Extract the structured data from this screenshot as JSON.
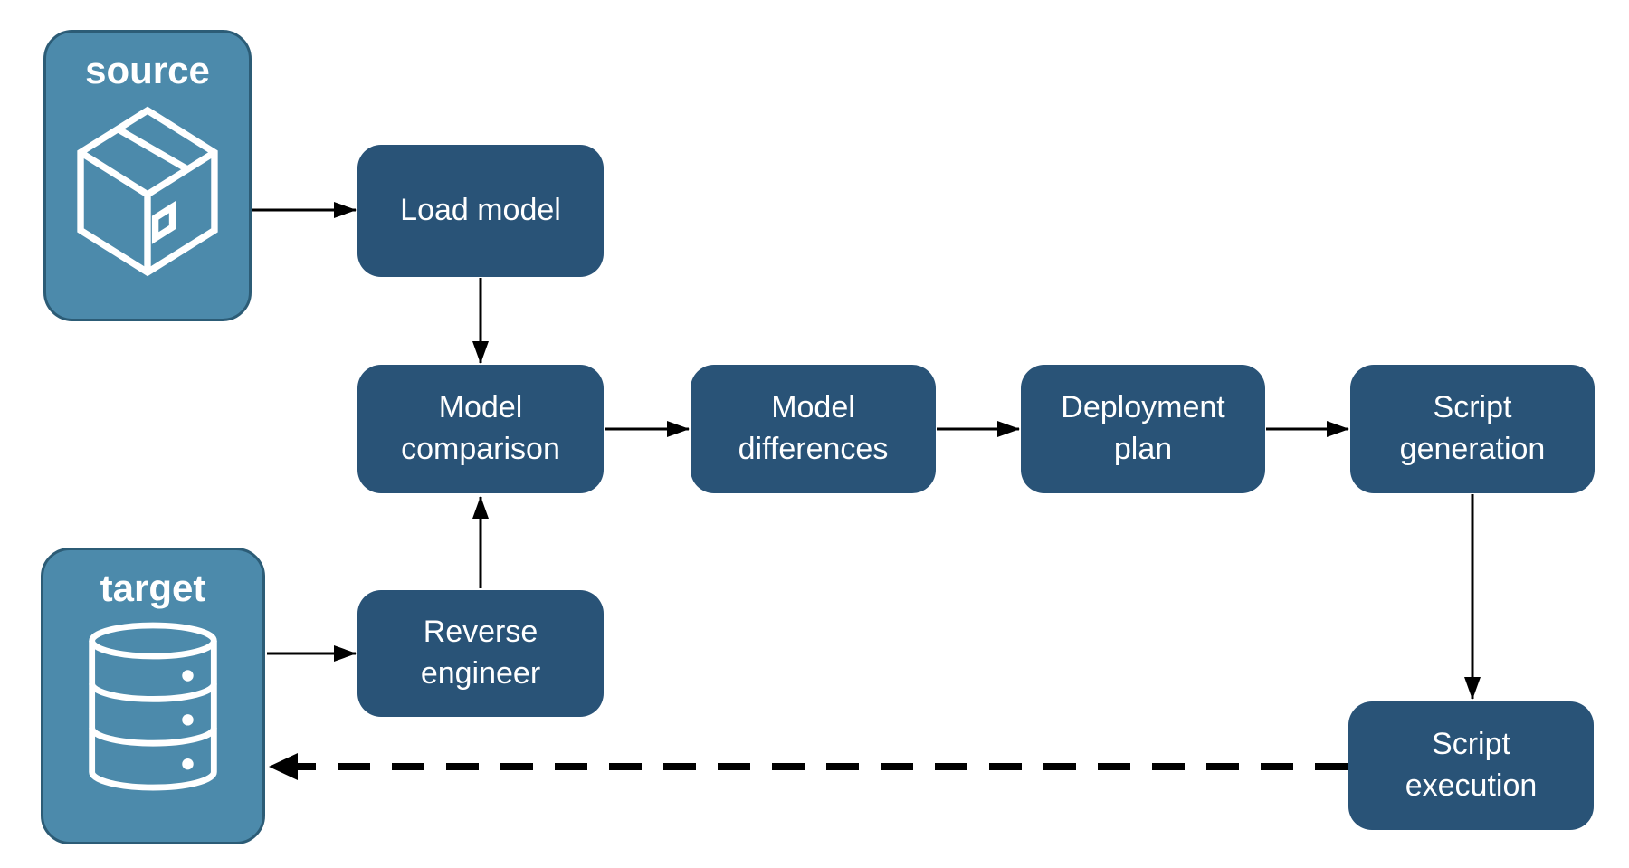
{
  "diagram": {
    "entities": [
      {
        "id": "source",
        "label": "source",
        "icon": "package-icon"
      },
      {
        "id": "target",
        "label": "target",
        "icon": "database-icon"
      }
    ],
    "nodes": [
      {
        "id": "load-model",
        "label": "Load model"
      },
      {
        "id": "model-comparison",
        "label": "Model comparison"
      },
      {
        "id": "model-differences",
        "label": "Model differences"
      },
      {
        "id": "deployment-plan",
        "label": "Deployment plan"
      },
      {
        "id": "script-generation",
        "label": "Script generation"
      },
      {
        "id": "reverse-engineer",
        "label": "Reverse engineer"
      },
      {
        "id": "script-execution",
        "label": "Script execution"
      }
    ],
    "edges": [
      {
        "from": "source",
        "to": "load-model",
        "style": "solid"
      },
      {
        "from": "load-model",
        "to": "model-comparison",
        "style": "solid"
      },
      {
        "from": "model-comparison",
        "to": "model-differences",
        "style": "solid"
      },
      {
        "from": "model-differences",
        "to": "deployment-plan",
        "style": "solid"
      },
      {
        "from": "deployment-plan",
        "to": "script-generation",
        "style": "solid"
      },
      {
        "from": "script-generation",
        "to": "script-execution",
        "style": "solid"
      },
      {
        "from": "target",
        "to": "reverse-engineer",
        "style": "solid"
      },
      {
        "from": "reverse-engineer",
        "to": "model-comparison",
        "style": "solid"
      },
      {
        "from": "script-execution",
        "to": "target",
        "style": "dashed"
      }
    ],
    "colors": {
      "background": "#FFFFFF",
      "entity_fill": "#4C8AAB",
      "entity_border": "#2C5C76",
      "entity_text": "#FFFFFF",
      "node_fill": "#295377",
      "node_text": "#FFFFFF",
      "arrow": "#000000"
    }
  }
}
